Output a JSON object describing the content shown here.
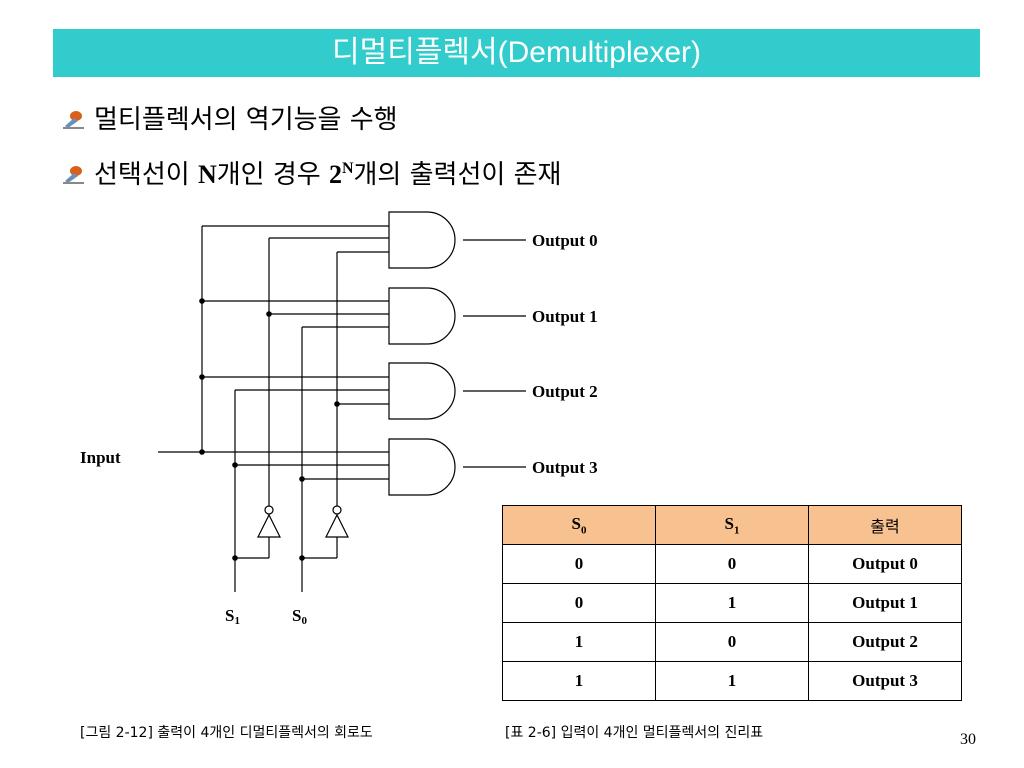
{
  "title": {
    "korean": "디멀티플렉서",
    "english": "(Demultiplexer)"
  },
  "bullets": [
    {
      "text": "멀티플렉서의 역기능을 수행"
    },
    {
      "pre": "선택선이 ",
      "n": "N",
      "mid": "개인 경우 ",
      "two": "2",
      "sup": "N",
      "post": "개의 출력선이 존재"
    }
  ],
  "circuit": {
    "input_label": "Input",
    "outputs": [
      "Output 0",
      "Output 1",
      "Output 2",
      "Output 3"
    ],
    "select_labels": [
      {
        "base": "S",
        "sub": "1"
      },
      {
        "base": "S",
        "sub": "0"
      }
    ]
  },
  "truth_table": {
    "headers": [
      {
        "base": "S",
        "sub": "0"
      },
      {
        "base": "S",
        "sub": "1"
      },
      {
        "text": "출력"
      }
    ],
    "rows": [
      [
        "0",
        "0",
        "Output 0"
      ],
      [
        "0",
        "1",
        "Output 1"
      ],
      [
        "1",
        "0",
        "Output 2"
      ],
      [
        "1",
        "1",
        "Output 3"
      ]
    ]
  },
  "captions": {
    "figure": "[그림 2-12] 출력이 4개인 디멀티플렉서의 회로도",
    "table": "[표 2-6] 입력이 4개인 멀티플렉서의 진리표"
  },
  "page_number": "30",
  "colors": {
    "title_bar": "#33cccc",
    "table_header": "#f7c28f",
    "bullet_icon": "#d9601a"
  },
  "icons": [
    "pen-bullet-icon"
  ]
}
